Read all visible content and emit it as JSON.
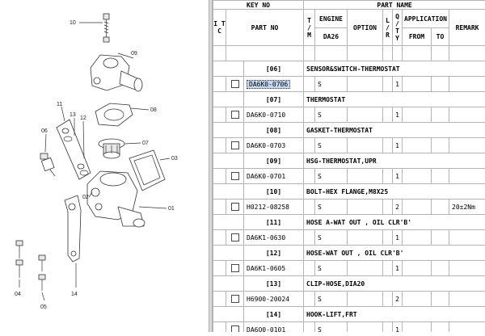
{
  "diagram": {
    "callouts": [
      "10",
      "09",
      "08",
      "07",
      "03",
      "01",
      "11",
      "13",
      "12",
      "06",
      "02",
      "04",
      "05",
      "14"
    ]
  },
  "table": {
    "header": {
      "key_no": "KEY NO",
      "part_name": "PART NAME",
      "itc": "I T C",
      "part_no": "PART NO",
      "tm": "T / M",
      "engine": "ENGINE",
      "da26": "DA26",
      "option": "OPTION",
      "lr": "L / R",
      "qty": "Q / T Y",
      "application": "APPLICATION",
      "from": "FROM",
      "to": "TO",
      "remark": "REMARK"
    },
    "groups": [
      {
        "key": "[06]",
        "name": "SENSOR&SWITCH-THERMOSTAT",
        "part_no": "DA6K0-0706",
        "engine": "S",
        "qty": "1",
        "remark": "",
        "selected": true
      },
      {
        "key": "[07]",
        "name": "THERMOSTAT",
        "part_no": "DA6K0-0710",
        "engine": "S",
        "qty": "1",
        "remark": ""
      },
      {
        "key": "[08]",
        "name": "GASKET-THERMOSTAT",
        "part_no": "DA6K0-0703",
        "engine": "S",
        "qty": "1",
        "remark": ""
      },
      {
        "key": "[09]",
        "name": "HSG-THERMOSTAT,UPR",
        "part_no": "DA6K0-0701",
        "engine": "S",
        "qty": "1",
        "remark": ""
      },
      {
        "key": "[10]",
        "name": "BOLT-HEX FLANGE,M8X25",
        "part_no": "H0212-08258",
        "engine": "S",
        "qty": "2",
        "remark": "20±2Nm"
      },
      {
        "key": "[11]",
        "name": "HOSE A-WAT OUT , OIL CLR'B'",
        "part_no": "DA6K1-0630",
        "engine": "S",
        "qty": "1",
        "remark": ""
      },
      {
        "key": "[12]",
        "name": "HOSE-WAT OUT , OIL CLR'B'",
        "part_no": "DA6K1-0605",
        "engine": "S",
        "qty": "1",
        "remark": ""
      },
      {
        "key": "[13]",
        "name": "CLIP-HOSE,DIA20",
        "part_no": "H6900-20024",
        "engine": "S",
        "qty": "2",
        "remark": ""
      },
      {
        "key": "[14]",
        "name": "HOOK-LIFT,FRT",
        "part_no": "DA6Q0-0101",
        "engine": "S",
        "qty": "1",
        "remark": ""
      }
    ]
  }
}
